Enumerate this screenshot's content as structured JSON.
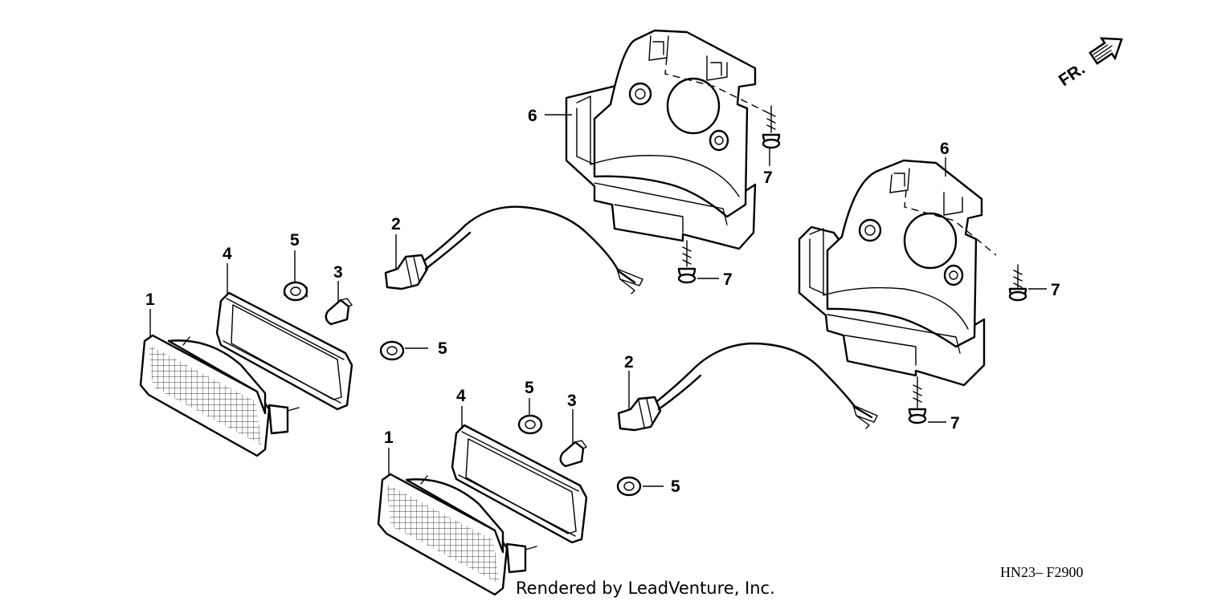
{
  "diagram": {
    "callouts": {
      "lamp_left": "1",
      "lamp_right": "1",
      "socket_left": "2",
      "socket_right": "2",
      "bulb_left": "3",
      "bulb_right": "3",
      "gasket_left": "4",
      "gasket_right": "4",
      "grommet_top_left": "5",
      "grommet_mid_left": "5",
      "grommet_top_right": "5",
      "grommet_low_right": "5",
      "bracket_left": "6",
      "bracket_right": "6",
      "screw_upper_left": "7",
      "screw_lower_left": "7",
      "screw_upper_right": "7",
      "screw_lower_right": "7"
    },
    "direction_label": "FR.",
    "figure_code": "HN23– F2900",
    "credit": "Rendered by LeadVenture, Inc."
  }
}
